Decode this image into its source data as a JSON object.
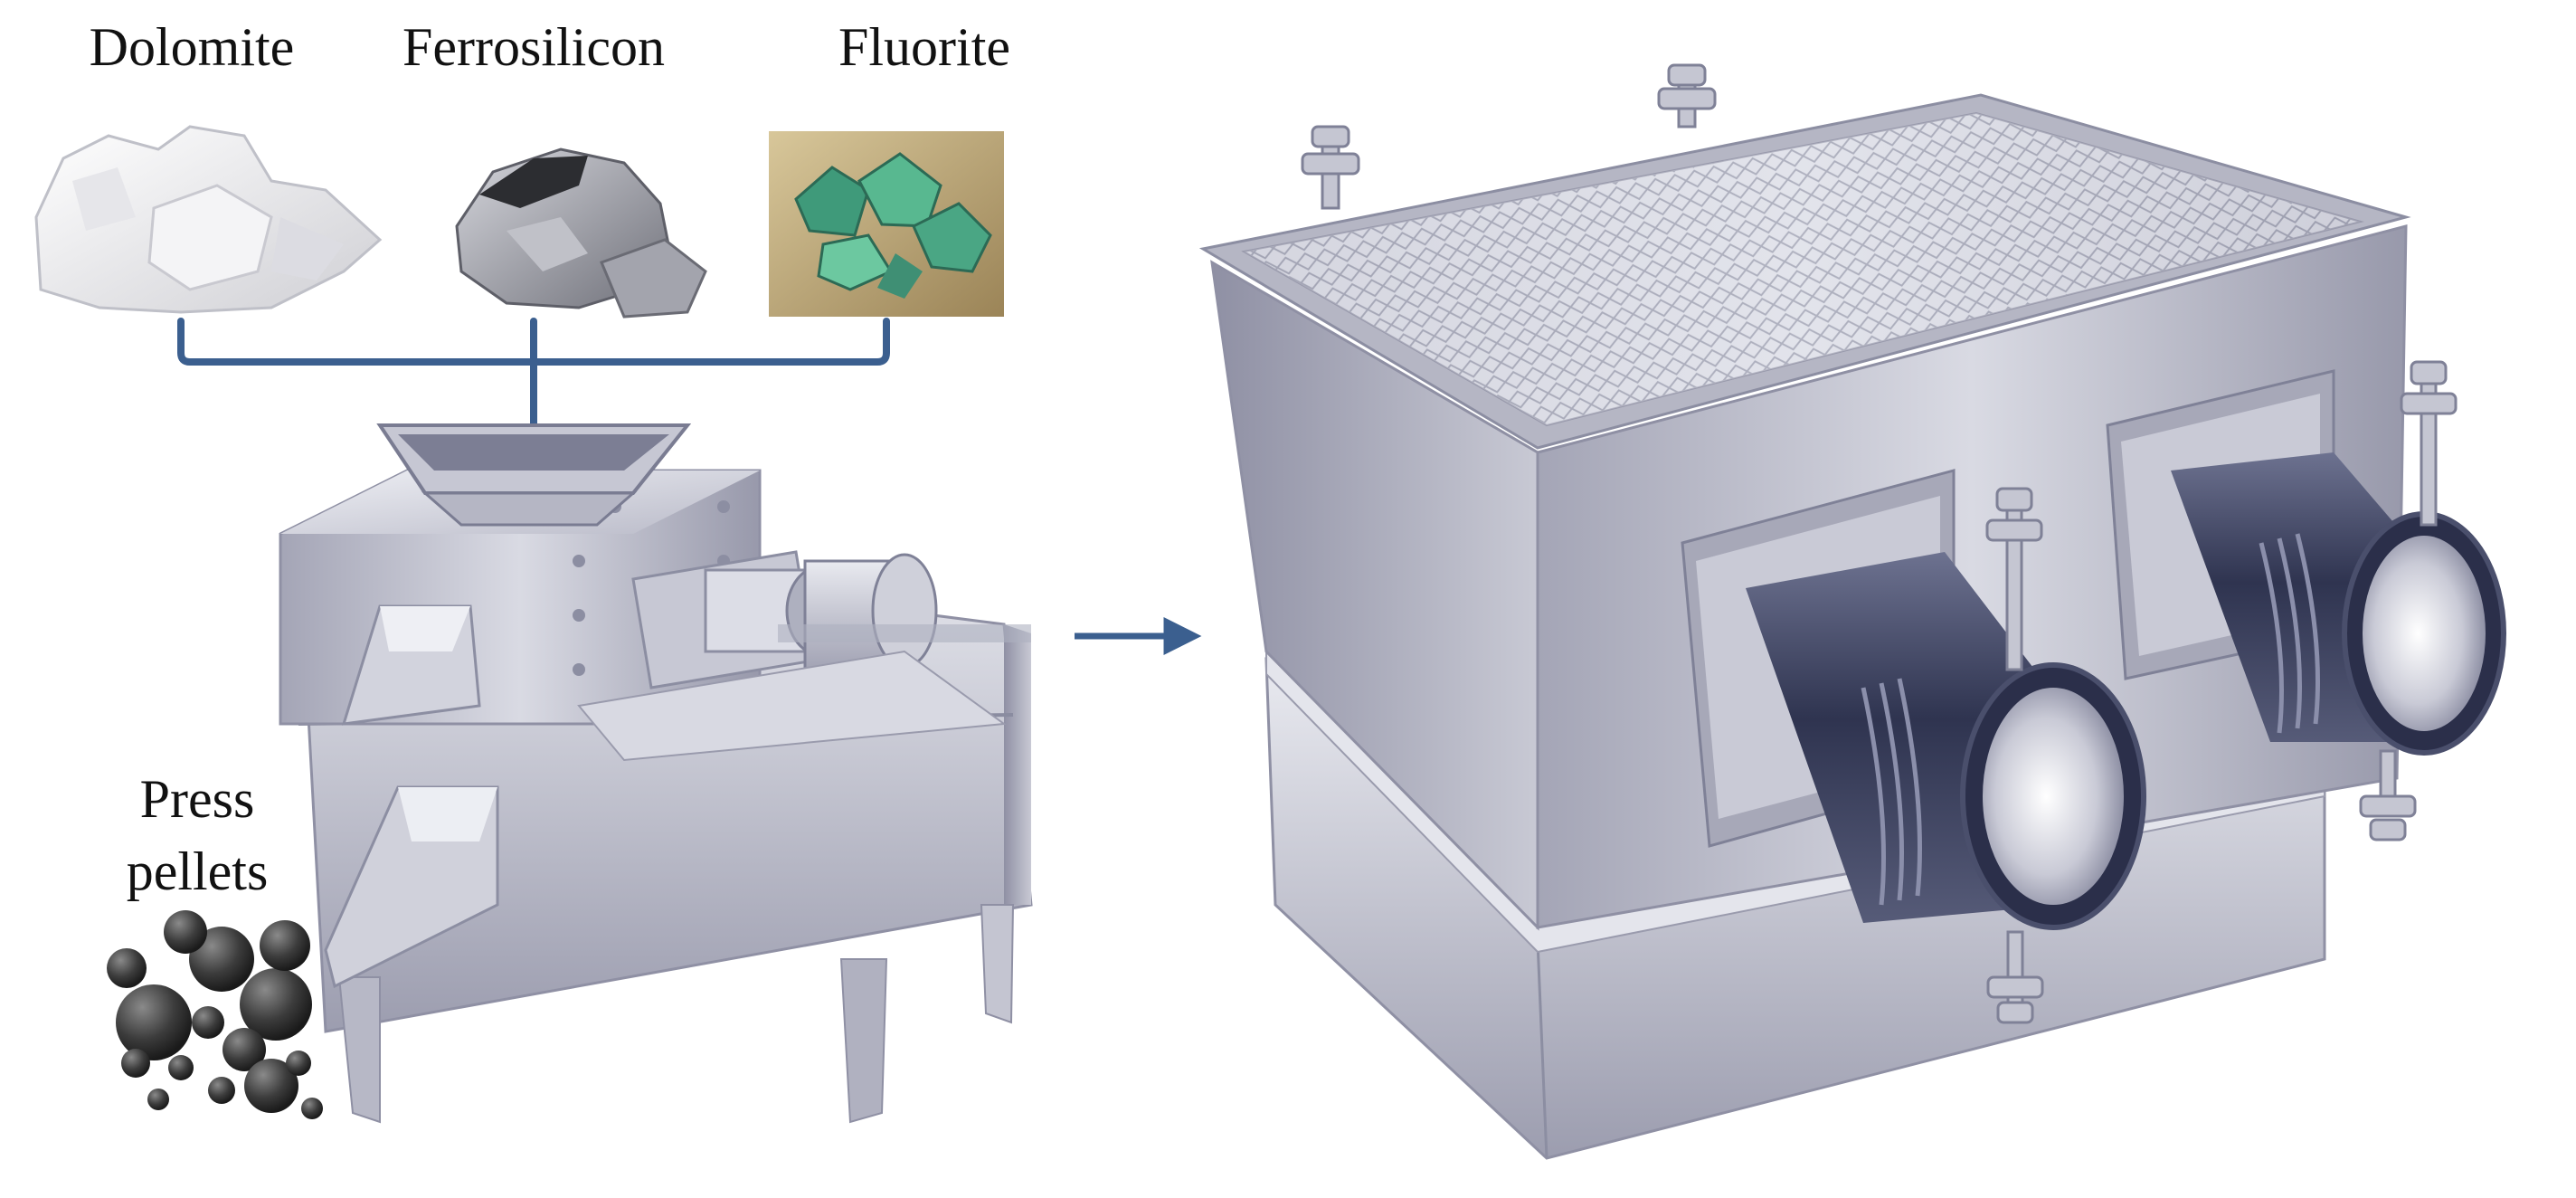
{
  "materials": [
    {
      "name": "Dolomite",
      "icon": "dolomite-rock-icon"
    },
    {
      "name": "Ferrosilicon",
      "icon": "ferrosilicon-rock-icon"
    },
    {
      "name": "Fluorite",
      "icon": "fluorite-crystal-icon"
    }
  ],
  "press": {
    "label_line1": "Press",
    "label_line2": "pellets",
    "icon": "pellet-pile-icon"
  },
  "colors": {
    "connector": "#3b5f8f",
    "arrow": "#3b5f8f",
    "metal_light": "#e4e5ec",
    "metal_mid": "#b3b4c2",
    "metal_dark": "#7e8096",
    "pipe_dark": "#3a3e56"
  }
}
